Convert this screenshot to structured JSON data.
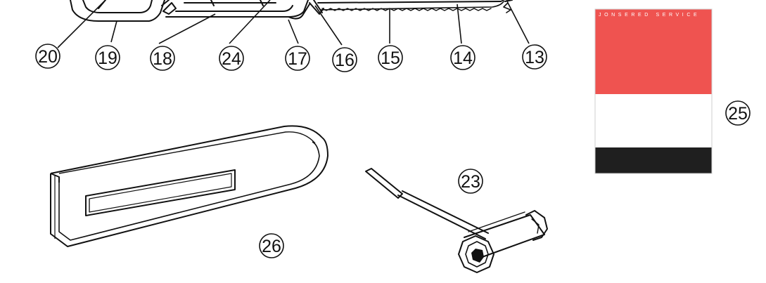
{
  "callouts": {
    "c20": "20",
    "c19": "19",
    "c18": "18",
    "c24": "24",
    "c17": "17",
    "c16": "16",
    "c15": "15",
    "c14": "14",
    "c13": "13",
    "c25": "25",
    "c23": "23",
    "c26": "26"
  },
  "manual_cover": {
    "brand_text": "JONSERED SERVICE",
    "colors": {
      "top": "#ef5350",
      "middle": "#ffffff",
      "bottom": "#1f1f1f"
    }
  },
  "parts_icons": {
    "saw_body": "chainsaw-bar-and-body-icon",
    "guard": "bar-guard-scabbard-icon",
    "tool": "combination-screwdriver-spanner-icon"
  }
}
